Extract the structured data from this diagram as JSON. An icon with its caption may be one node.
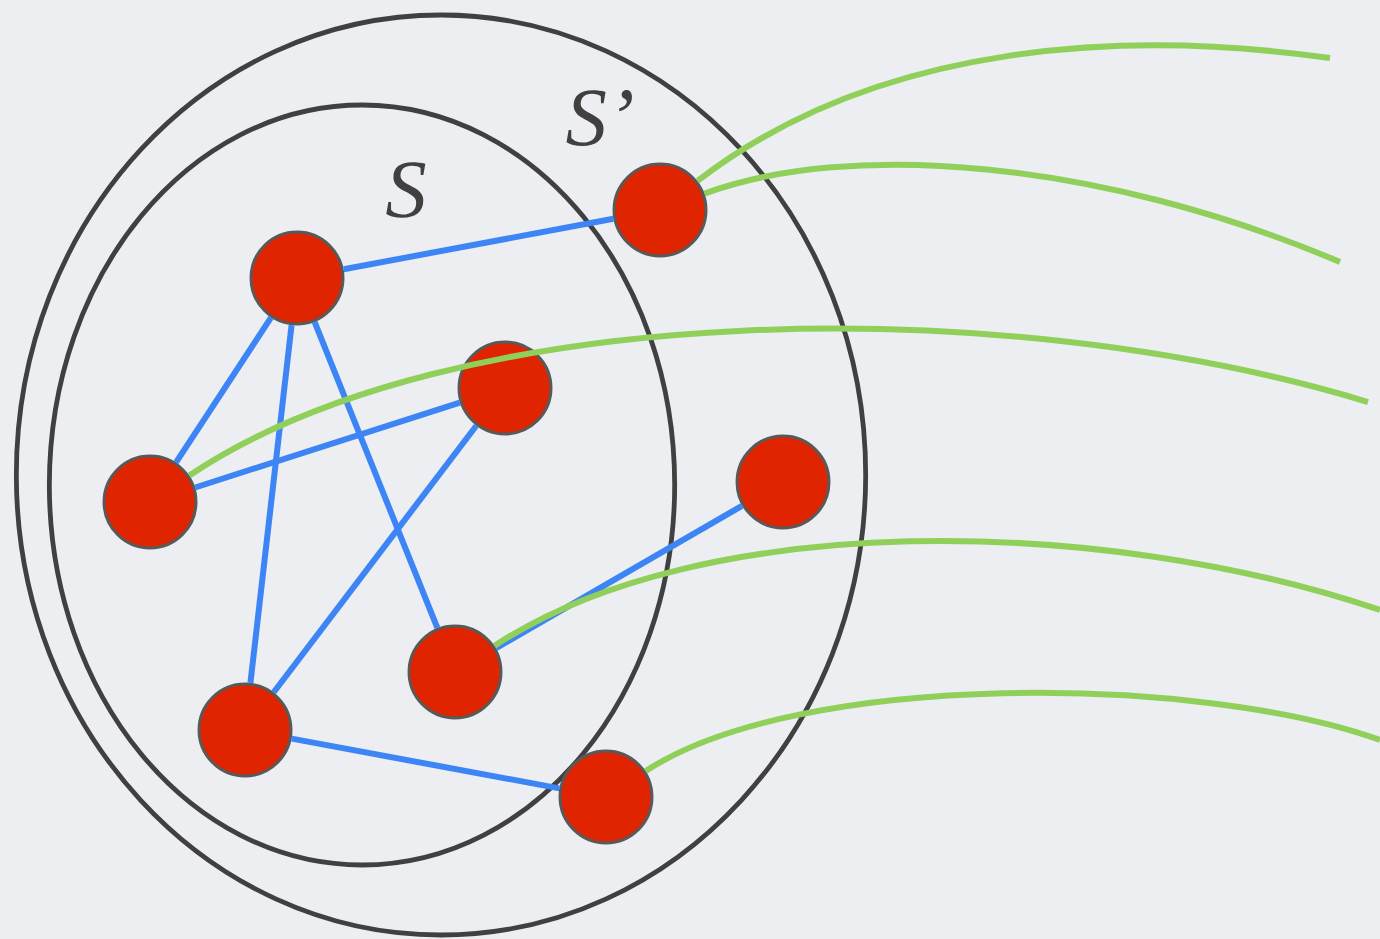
{
  "diagram": {
    "nodes": [
      {
        "text": [
          "S’"
        ]
      },
      {
        "text": [
          "S"
        ],
        "in": 0
      },
      {
        "text": [],
        "shape": "circle",
        "in": 0
      },
      {
        "text": [],
        "shape": "circle",
        "in": 1
      },
      {
        "text": [],
        "shape": "circle",
        "in": 1
      },
      {
        "text": [],
        "shape": "circle",
        "in": 0
      },
      {
        "text": [],
        "shape": "circle",
        "in": 1
      },
      {
        "text": [],
        "shape": "circle",
        "in": 1
      },
      {
        "text": [],
        "shape": "circle",
        "in": 1
      },
      {
        "text": [],
        "shape": "circle",
        "in": 0
      }
    ],
    "edges": [
      {
        "from": 3,
        "to": 2,
        "arrow": "none"
      },
      {
        "from": 3,
        "to": 6,
        "arrow": "none"
      },
      {
        "from": 3,
        "to": 8,
        "arrow": "none"
      },
      {
        "from": 3,
        "to": 7,
        "arrow": "none"
      },
      {
        "from": 6,
        "to": 4,
        "arrow": "none"
      },
      {
        "from": 4,
        "to": 8,
        "arrow": "none"
      },
      {
        "from": 7,
        "to": 5,
        "arrow": "none"
      },
      {
        "from": 8,
        "to": 9,
        "arrow": "none"
      },
      {
        "from": 2,
        "to": null,
        "arrow": "none",
        "color": "#90d05a"
      },
      {
        "from": 2,
        "to": null,
        "arrow": "none",
        "color": "#90d05a"
      },
      {
        "from": 6,
        "to": null,
        "arrow": "none",
        "color": "#90d05a"
      },
      {
        "from": 7,
        "to": null,
        "arrow": "none",
        "color": "#90d05a"
      },
      {
        "from": 9,
        "to": null,
        "arrow": "none",
        "color": "#90d05a"
      }
    ]
  }
}
